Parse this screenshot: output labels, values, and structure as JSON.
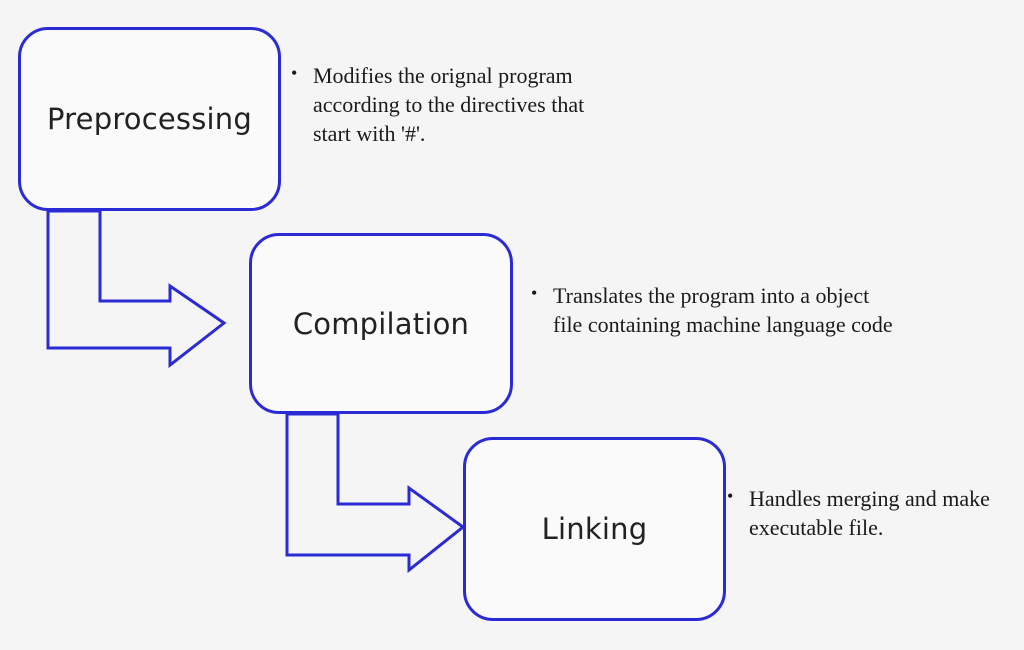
{
  "colors": {
    "accent": "#2b2bd6",
    "background": "#f5f5f5",
    "text": "#1a1a1a"
  },
  "stages": [
    {
      "label": "Preprocessing",
      "description": "Modifies the orignal program according to the directives that start with '#'."
    },
    {
      "label": "Compilation",
      "description": "Translates the program into a object file containing machine language code"
    },
    {
      "label": "Linking",
      "description": "Handles merging and make executable file."
    }
  ]
}
